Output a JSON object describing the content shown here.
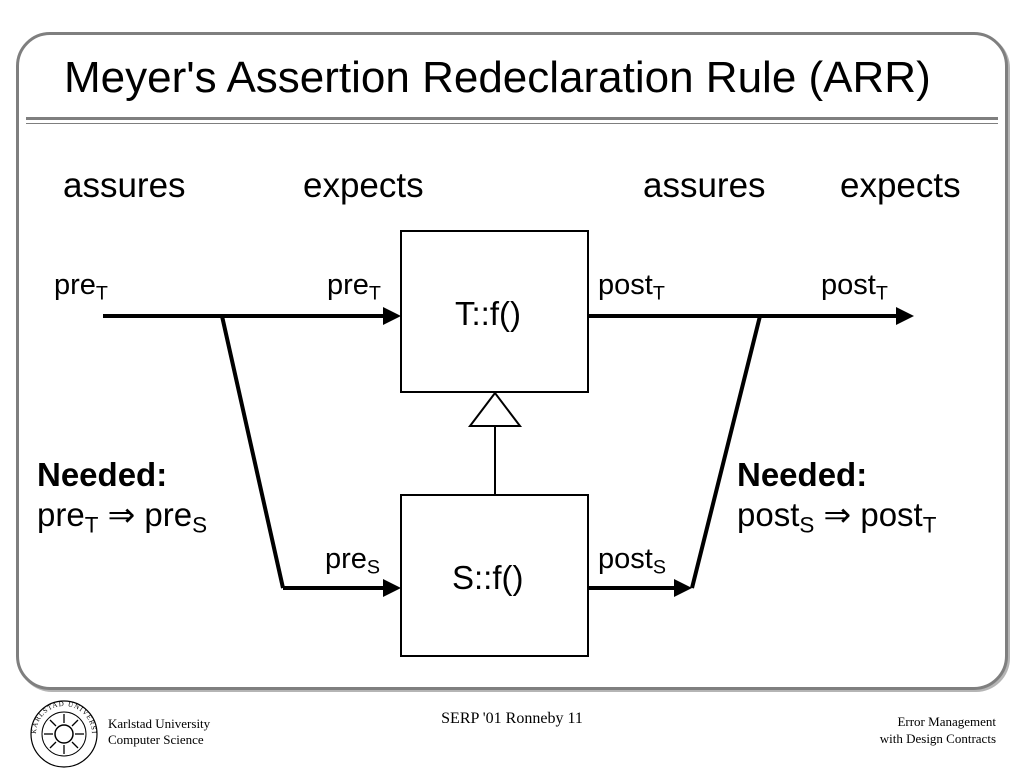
{
  "slide": {
    "title": "Meyer's Assertion Redeclaration Rule (ARR)"
  },
  "headers": {
    "left_assures": "assures",
    "left_expects": "expects",
    "right_assures": "assures",
    "right_expects": "expects"
  },
  "boxes": {
    "top": "T::f()",
    "bottom": "S::f()"
  },
  "labels": {
    "pre_t_left": {
      "base": "pre",
      "sub": "T"
    },
    "pre_t_box": {
      "base": "pre",
      "sub": "T"
    },
    "post_t_box": {
      "base": "post",
      "sub": "T"
    },
    "post_t_right": {
      "base": "post",
      "sub": "T"
    },
    "pre_s_box": {
      "base": "pre",
      "sub": "S"
    },
    "post_s_box": {
      "base": "post",
      "sub": "S"
    }
  },
  "needed_left": {
    "heading": "Needed:",
    "lhs": {
      "base": "pre",
      "sub": "T"
    },
    "implies": "⇒",
    "rhs": {
      "base": "pre",
      "sub": "S"
    }
  },
  "needed_right": {
    "heading": "Needed:",
    "lhs": {
      "base": "post",
      "sub": "S"
    },
    "implies": "⇒",
    "rhs": {
      "base": "post",
      "sub": "T"
    }
  },
  "footer": {
    "left_line1": "Karlstad University",
    "left_line2": "Computer Science",
    "center": "SERP '01 Ronneby 11",
    "right_line1": "Error Management",
    "right_line2": "with Design Contracts",
    "logo_text": "KARLSTAD UNIVERSITY"
  }
}
